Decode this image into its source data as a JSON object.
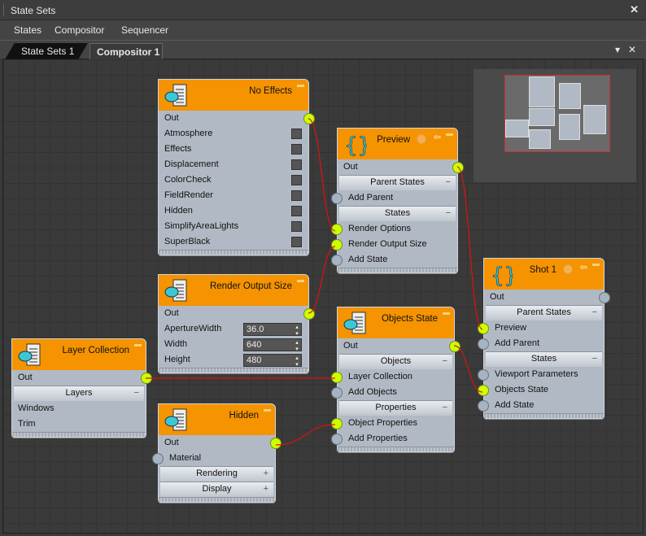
{
  "window": {
    "title": "State Sets",
    "close": "✕"
  },
  "menu": [
    "States",
    "Compositor",
    "Sequencer"
  ],
  "tabs": [
    {
      "label": "State Sets 1"
    },
    {
      "label": "Compositor 1"
    }
  ],
  "tab_controls": {
    "dropdown": "▾",
    "close": "✕"
  },
  "colors": {
    "header": "#f59300",
    "port_connected": "#ccff00",
    "wire": "#e01010"
  },
  "nodes": [
    {
      "id": "no-effects",
      "title": "No Effects",
      "icon": "teapot-list-icon",
      "rows": [
        {
          "t": "out",
          "label": "Out",
          "on": true
        },
        {
          "t": "check",
          "label": "Atmosphere"
        },
        {
          "t": "check",
          "label": "Effects"
        },
        {
          "t": "check",
          "label": "Displacement"
        },
        {
          "t": "check",
          "label": "ColorCheck"
        },
        {
          "t": "check",
          "label": "FieldRender"
        },
        {
          "t": "check",
          "label": "Hidden"
        },
        {
          "t": "check",
          "label": "SimplifyAreaLights"
        },
        {
          "t": "check",
          "label": "SuperBlack"
        }
      ]
    },
    {
      "id": "preview",
      "title": "Preview",
      "icon": "braces-icon",
      "extra": true,
      "rows": [
        {
          "t": "out",
          "label": "Out",
          "on": true
        },
        {
          "t": "sec",
          "label": "Parent States",
          "pm": "−"
        },
        {
          "t": "in",
          "label": "Add Parent"
        },
        {
          "t": "sec",
          "label": "States",
          "pm": "−"
        },
        {
          "t": "in",
          "label": "Render Options",
          "on": true
        },
        {
          "t": "in",
          "label": "Render Output Size",
          "on": true
        },
        {
          "t": "in",
          "label": "Add State"
        }
      ]
    },
    {
      "id": "render-output-size",
      "title": "Render Output Size",
      "icon": "teapot-list-icon",
      "rows": [
        {
          "t": "out",
          "label": "Out",
          "on": true
        },
        {
          "t": "spin",
          "label": "ApertureWidth",
          "value": "36.0"
        },
        {
          "t": "spin",
          "label": "Width",
          "value": "640"
        },
        {
          "t": "spin",
          "label": "Height",
          "value": "480"
        }
      ]
    },
    {
      "id": "layer-collection",
      "title": "Layer Collection",
      "icon": "layers-list-icon",
      "rows": [
        {
          "t": "out",
          "label": "Out",
          "on": true
        },
        {
          "t": "sec",
          "label": "Layers",
          "pm": "−"
        },
        {
          "t": "text",
          "label": "Windows"
        },
        {
          "t": "text",
          "label": "Trim"
        }
      ]
    },
    {
      "id": "objects-state",
      "title": "Objects State",
      "icon": "objects-list-icon",
      "rows": [
        {
          "t": "out",
          "label": "Out",
          "on": true
        },
        {
          "t": "sec",
          "label": "Objects",
          "pm": "−"
        },
        {
          "t": "in",
          "label": "Layer Collection",
          "on": true
        },
        {
          "t": "in",
          "label": "Add Objects"
        },
        {
          "t": "sec",
          "label": "Properties",
          "pm": "−"
        },
        {
          "t": "in",
          "label": "Object Properties",
          "on": true
        },
        {
          "t": "in",
          "label": "Add Properties"
        }
      ]
    },
    {
      "id": "hidden",
      "title": "Hidden",
      "icon": "objects-list-icon",
      "rows": [
        {
          "t": "out",
          "label": "Out",
          "on": true
        },
        {
          "t": "in",
          "label": "Material"
        },
        {
          "t": "sec",
          "label": "Rendering",
          "pm": "+"
        },
        {
          "t": "sec",
          "label": "Display",
          "pm": "+"
        }
      ]
    },
    {
      "id": "shot-1",
      "title": "Shot 1",
      "icon": "braces-icon",
      "extra": true,
      "rows": [
        {
          "t": "out",
          "label": "Out"
        },
        {
          "t": "sec",
          "label": "Parent States",
          "pm": "−"
        },
        {
          "t": "in",
          "label": "Preview",
          "on": true
        },
        {
          "t": "in",
          "label": "Add Parent"
        },
        {
          "t": "sec",
          "label": "States",
          "pm": "−"
        },
        {
          "t": "in",
          "label": "Viewport Parameters"
        },
        {
          "t": "in",
          "label": "Objects State",
          "on": true
        },
        {
          "t": "in",
          "label": "Add State"
        }
      ]
    }
  ]
}
